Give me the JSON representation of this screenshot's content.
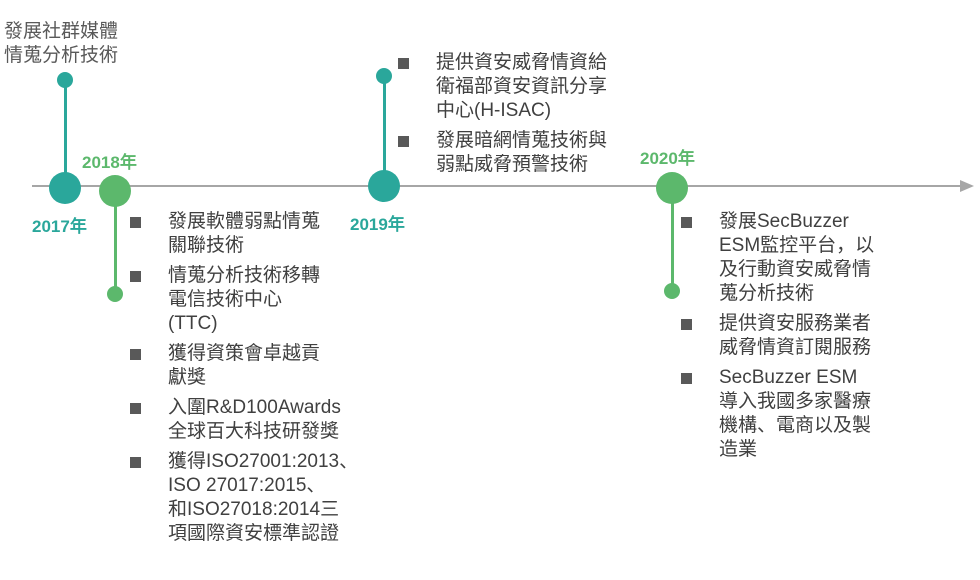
{
  "colors": {
    "teal": "#2aa79b",
    "green": "#5cb86c",
    "axis": "#a6a6a6",
    "bullet": "#595959"
  },
  "timeline": {
    "y2017": {
      "label": "2017年",
      "note": "發展社群媒體\n情蒐分析技術"
    },
    "y2018": {
      "label": "2018年",
      "items": [
        "發展軟體弱點情蒐\n關聯技術",
        "情蒐分析技術移轉\n電信技術中心\n(TTC)",
        "獲得資策會卓越貢\n獻獎",
        "入圍R&D100Awards\n全球百大科技研發獎",
        "獲得ISO27001:2013、\nISO 27017:2015、\n和ISO27018:2014三\n項國際資安標準認證"
      ]
    },
    "y2019": {
      "label": "2019年",
      "items": [
        "提供資安威脅情資給\n衛福部資安資訊分享\n中心(H-ISAC)",
        "發展暗網情蒐技術與\n弱點威脅預警技術"
      ]
    },
    "y2020": {
      "label": "2020年",
      "items": [
        "發展SecBuzzer\nESM監控平台，以\n及行動資安威脅情\n蒐分析技術",
        "提供資安服務業者\n威脅情資訂閱服務",
        "SecBuzzer ESM\n導入我國多家醫療\n機構、電商以及製\n造業"
      ]
    }
  }
}
